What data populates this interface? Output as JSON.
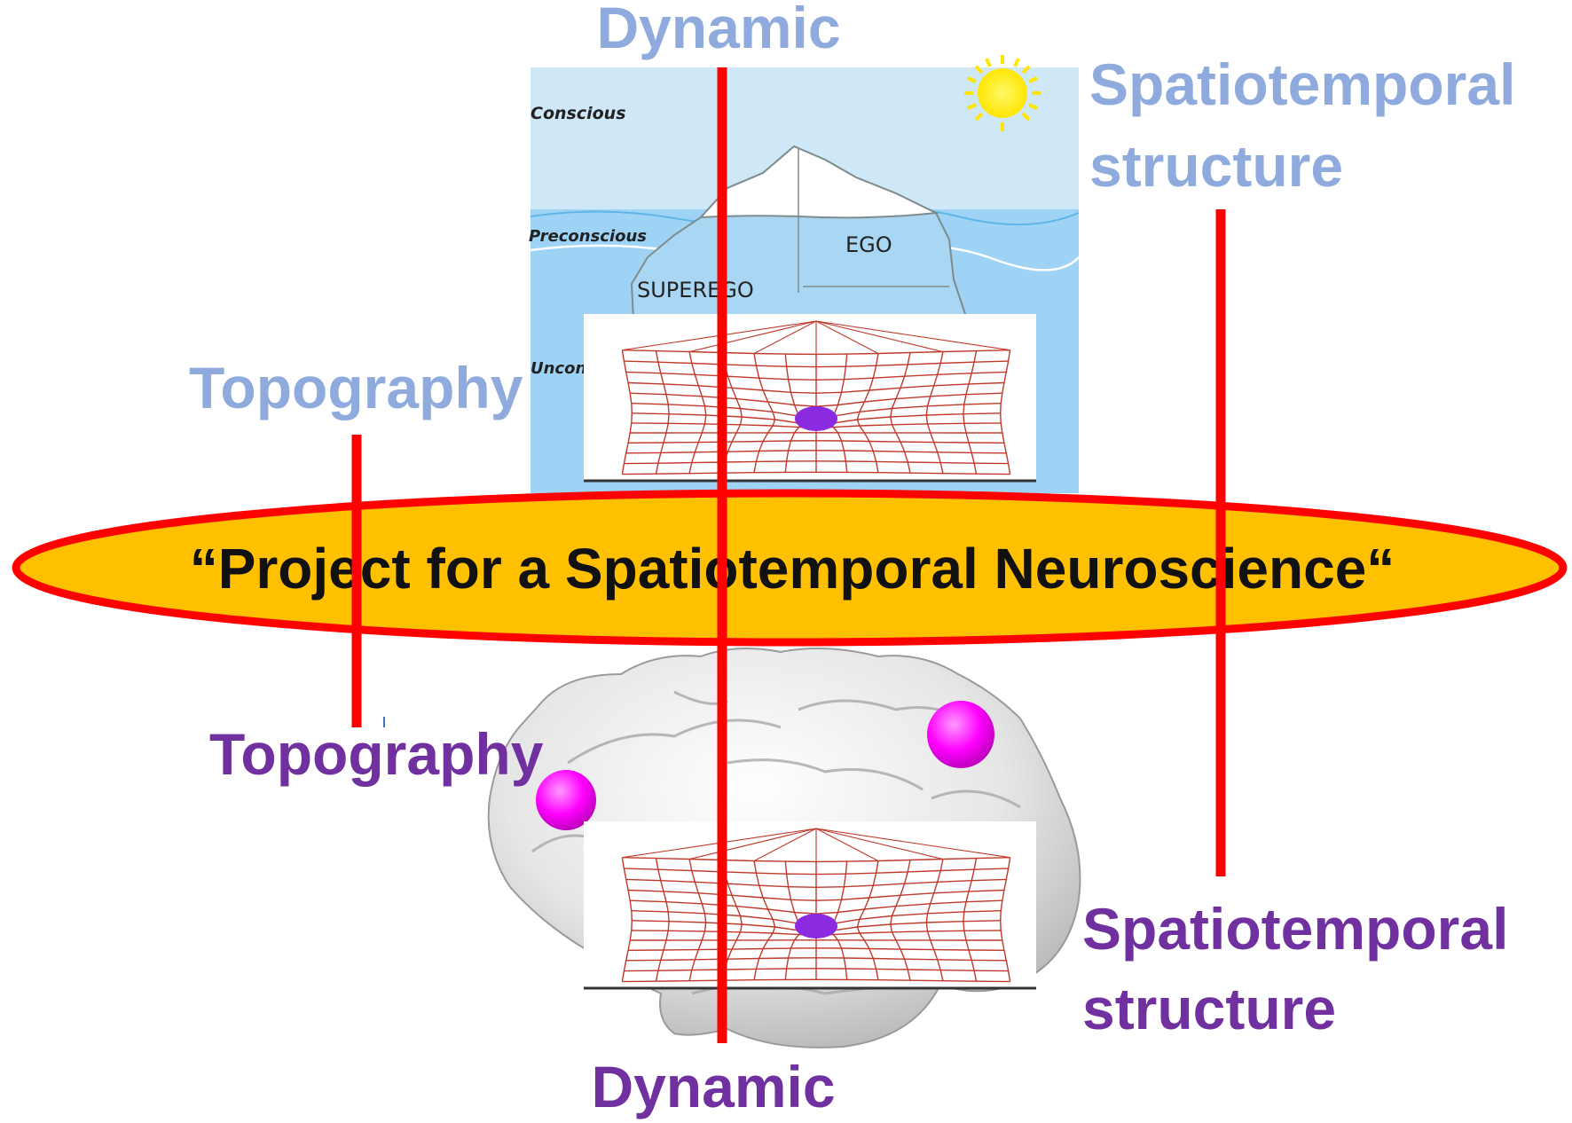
{
  "title": "“Project for a Spatiotemporal Neuroscience“",
  "top_labels": {
    "dynamic": "Dynamic",
    "topography": "Topography",
    "spatiotemporal_line1": "Spatiotemporal",
    "spatiotemporal_line2": "structure"
  },
  "bottom_labels": {
    "dynamic": "Dynamic",
    "topography": "Topography",
    "spatiotemporal_line1": "Spatiotemporal",
    "spatiotemporal_line2": "structure"
  },
  "iceberg": {
    "conscious": "Conscious",
    "preconscious": "Preconscious",
    "unconscious": "Uncon",
    "ego": "EGO",
    "superego": "SUPEREGO"
  },
  "colors": {
    "top_label": "#8faadc",
    "bottom_label": "#7030a0",
    "ellipse_fill": "#ffc000",
    "ellipse_stroke": "#ff0000",
    "axis_line": "#ff0000",
    "sky": "#cfe8f7",
    "water": "#9fd3f5",
    "mesh": "#c0392b",
    "center_blob": "#8a2be2",
    "node_blob": "#ff00ff",
    "brain": "#e8e8e8"
  }
}
